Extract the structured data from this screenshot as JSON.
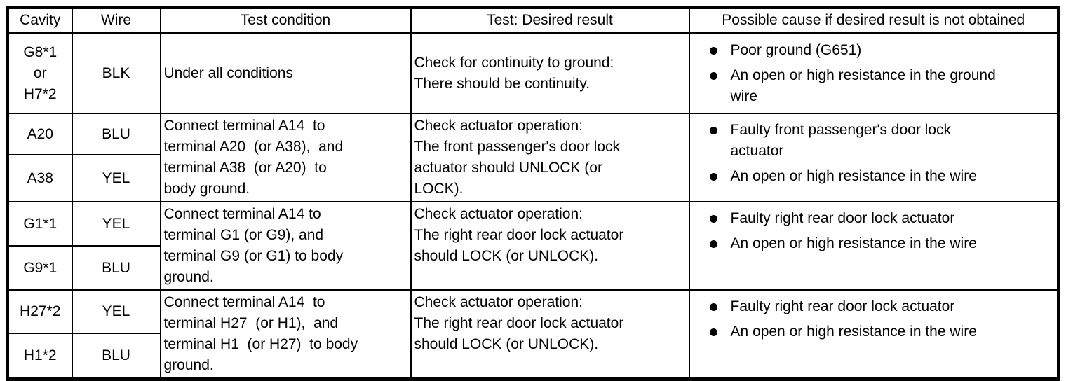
{
  "table": {
    "headers": [
      "Cavity",
      "Wire",
      "Test condition",
      "Test: Desired result",
      "Possible cause if desired result is not obtained"
    ],
    "rows": [
      {
        "cavity": "G8*1\nor\nH7*2",
        "wire": "BLK",
        "condition": "Under all conditions",
        "result": "Check for continuity to ground:\nThere should be continuity.",
        "causes": [
          "Poor ground (G651)",
          "An open or high resistance in the ground\nwire"
        ]
      },
      {
        "sub": [
          {
            "cavity": "A20",
            "wire": "BLU"
          },
          {
            "cavity": "A38",
            "wire": "YEL"
          }
        ],
        "condition": "Connect terminal A14  to\nterminal A20  (or A38),  and\nterminal A38  (or A20)  to\nbody ground.",
        "result": "Check actuator operation:\nThe front passenger's door lock\nactuator should UNLOCK (or\nLOCK).",
        "causes": [
          "Faulty front passenger's door lock\nactuator",
          "An open or high resistance in the wire"
        ]
      },
      {
        "sub": [
          {
            "cavity": "G1*1",
            "wire": "YEL"
          },
          {
            "cavity": "G9*1",
            "wire": "BLU"
          }
        ],
        "condition": "Connect terminal A14 to\nterminal G1 (or G9), and\nterminal G9 (or G1) to body\nground.",
        "result": "Check actuator operation:\nThe right rear door lock actuator\nshould LOCK (or UNLOCK).",
        "causes": [
          "Faulty right rear door lock actuator",
          "An open or high resistance in the wire"
        ]
      },
      {
        "sub": [
          {
            "cavity": "H27*2",
            "wire": "YEL"
          },
          {
            "cavity": "H1*2",
            "wire": "BLU"
          }
        ],
        "condition": "Connect terminal A14  to\nterminal H27  (or H1),  and\nterminal H1  (or H27)  to body\nground.",
        "result": "Check actuator operation:\nThe right rear door lock actuator\nshould LOCK (or UNLOCK).",
        "causes": [
          "Faulty right rear door lock actuator",
          "An open or high resistance in the wire"
        ]
      }
    ]
  }
}
